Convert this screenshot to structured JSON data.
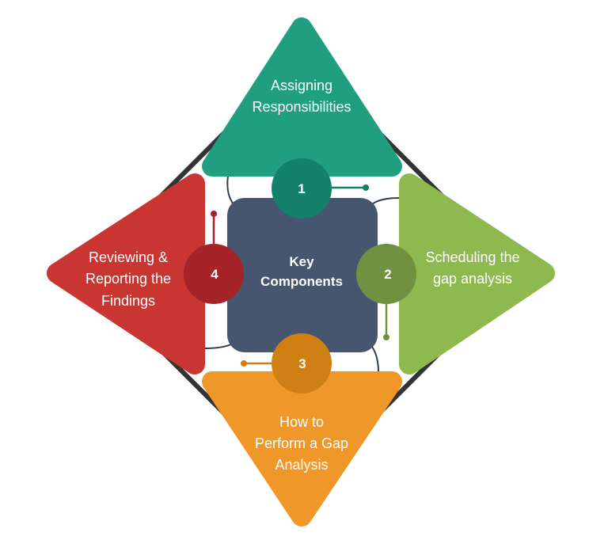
{
  "center": {
    "line1": "Key",
    "line2": "Components"
  },
  "components": [
    {
      "number": "1",
      "lines": [
        "Assigning",
        "Responsibilities"
      ],
      "color": "#1f9e80",
      "circle_color": "#13806a"
    },
    {
      "number": "2",
      "lines": [
        "Scheduling the",
        "gap analysis"
      ],
      "color": "#8db94f",
      "circle_color": "#6f9140"
    },
    {
      "number": "3",
      "lines": [
        "How to",
        "Perform a Gap",
        "Analysis"
      ],
      "color": "#f0972a",
      "circle_color": "#d07f14"
    },
    {
      "number": "4",
      "lines": [
        "Reviewing &",
        "Reporting the",
        "Findings"
      ],
      "color": "#c93530",
      "circle_color": "#a4242a"
    }
  ],
  "colors": {
    "center": "#46566e",
    "outline": "#333333"
  }
}
